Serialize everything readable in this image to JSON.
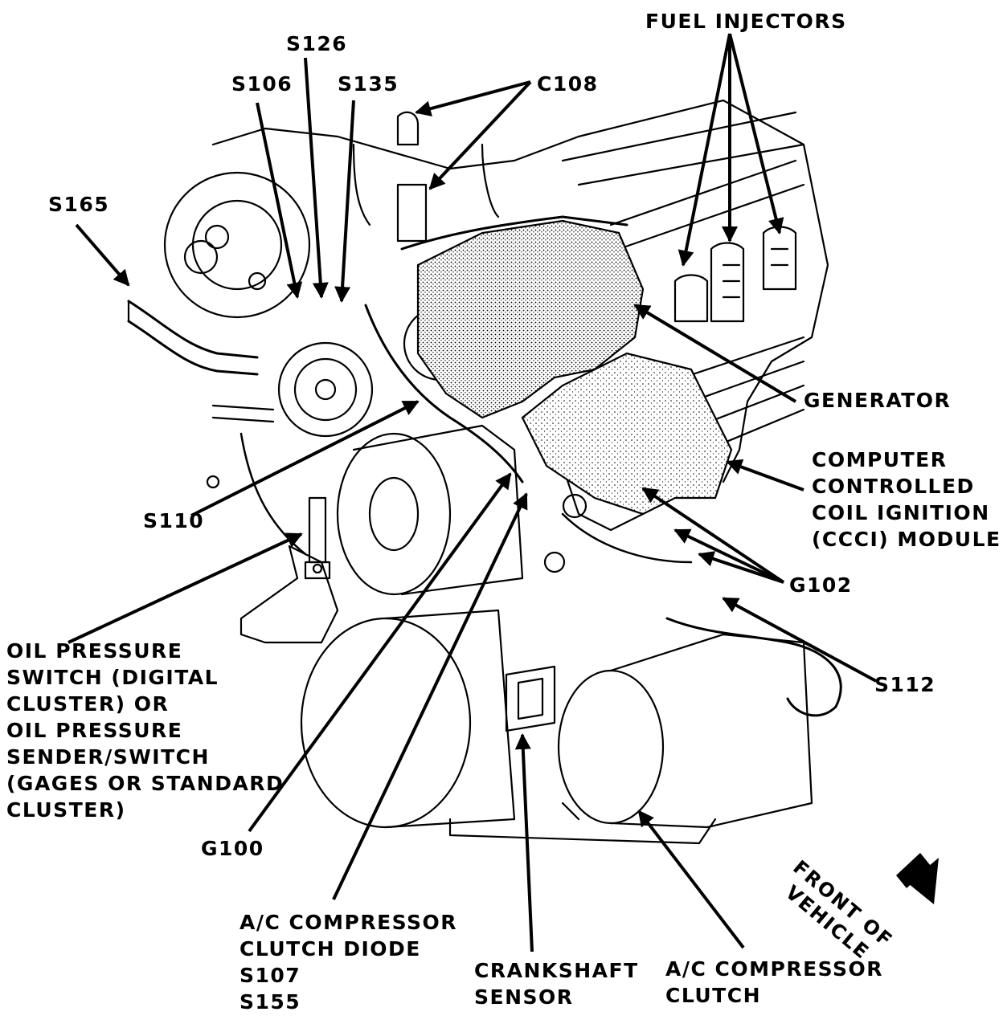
{
  "labels": {
    "fuel_injectors": "FUEL INJECTORS",
    "s126": "S126",
    "s106": "S106",
    "s135": "S135",
    "c108": "C108",
    "s165": "S165",
    "generator": "GENERATOR",
    "ccci": [
      "COMPUTER",
      "CONTROLLED",
      "COIL IGNITION",
      "(CCCI) MODULE"
    ],
    "s110": "S110",
    "g102": "G102",
    "oil_pressure": [
      "OIL PRESSURE",
      "SWITCH (DIGITAL",
      "CLUSTER) OR",
      "OIL PRESSURE",
      "SENDER/SWITCH",
      "(GAGES OR STANDARD",
      "CLUSTER)"
    ],
    "s112": "S112",
    "g100": "G100",
    "ac_diode": [
      "A/C COMPRESSOR",
      "CLUTCH DIODE",
      "S107",
      "S155"
    ],
    "crankshaft": [
      "CRANKSHAFT",
      "SENSOR"
    ],
    "ac_clutch": [
      "A/C COMPRESSOR",
      "CLUTCH"
    ],
    "front_of_vehicle": [
      "FRONT OF",
      "VEHICLE"
    ]
  }
}
